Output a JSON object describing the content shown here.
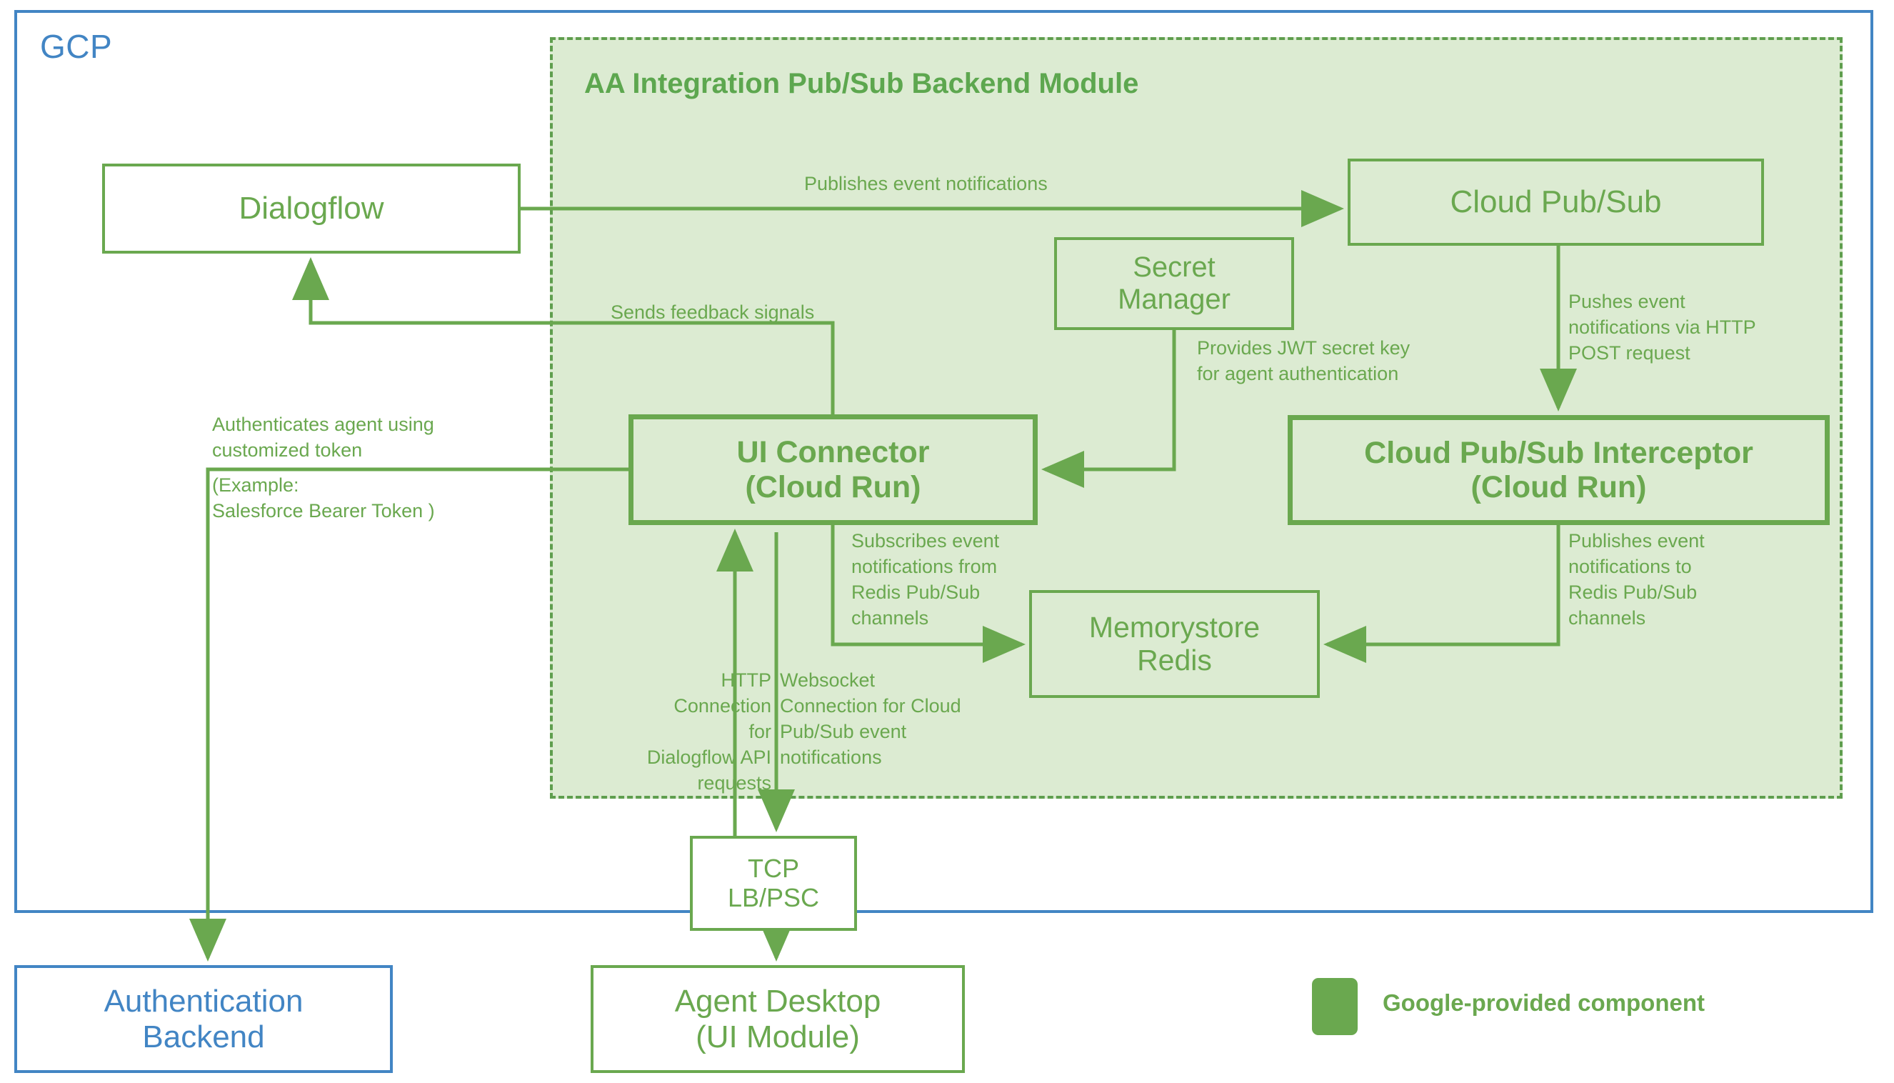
{
  "diagram": {
    "outer_container": {
      "label": "GCP",
      "color": "#4285c4"
    },
    "module": {
      "title": "AA Integration Pub/Sub Backend Module",
      "color": "#5da74f",
      "fill": "#dcebd2",
      "border_style": "dashed"
    },
    "accent_green": "#6aa84f",
    "accent_blue": "#4285c4"
  },
  "nodes": {
    "dialogflow": "Dialogflow",
    "cloud_pubsub": "Cloud Pub/Sub",
    "secret_manager": "Secret\nManager",
    "ui_connector": "UI Connector\n(Cloud Run)",
    "interceptor": "Cloud Pub/Sub Interceptor\n(Cloud Run)",
    "memorystore": "Memorystore\nRedis",
    "tcp_lb": "TCP\nLB/PSC",
    "agent_desktop": "Agent Desktop\n(UI Module)",
    "auth_backend": "Authentication\nBackend"
  },
  "edge_labels": {
    "publishes_event_notifications": "Publishes event notifications",
    "sends_feedback_signals": "Sends feedback signals",
    "provides_jwt": "Provides JWT secret key\nfor agent authentication",
    "pushes_event": "Pushes event\nnotifications via HTTP\nPOST request",
    "authenticates_agent": "Authenticates agent using\ncustomized token",
    "authenticates_agent_example": "(Example:\nSalesforce Bearer Token )",
    "subscribes_event": "Subscribes event\nnotifications from\nRedis Pub/Sub\nchannels",
    "publishes_to_redis": "Publishes event\nnotifications to\nRedis Pub/Sub\nchannels",
    "http_connection": "HTTP\nConnection for\nDialogflow API\nrequests",
    "websocket_connection": "Websocket\nConnection for Cloud\nPub/Sub event\nnotifications"
  },
  "legend": {
    "swatch_color": "#6aa84f",
    "label": "Google-provided component"
  }
}
